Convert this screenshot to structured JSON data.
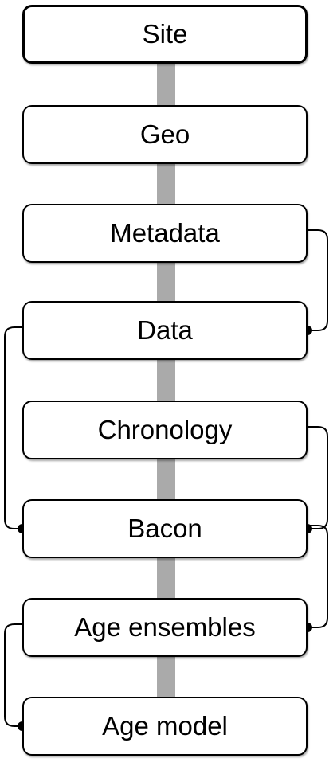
{
  "nodes": [
    {
      "id": "site",
      "label": "Site"
    },
    {
      "id": "geo",
      "label": "Geo"
    },
    {
      "id": "metadata",
      "label": "Metadata"
    },
    {
      "id": "data",
      "label": "Data"
    },
    {
      "id": "chronology",
      "label": "Chronology"
    },
    {
      "id": "bacon",
      "label": "Bacon"
    },
    {
      "id": "age_ensembles",
      "label": "Age ensembles"
    },
    {
      "id": "age_model",
      "label": "Age model"
    }
  ],
  "edges": [
    {
      "from": "metadata",
      "to": "data",
      "side": "right"
    },
    {
      "from": "data",
      "to": "bacon",
      "side": "left"
    },
    {
      "from": "chronology",
      "to": "bacon",
      "side": "right"
    },
    {
      "from": "bacon",
      "to": "age_ensembles",
      "side": "right"
    },
    {
      "from": "age_ensembles",
      "to": "age_model",
      "side": "left"
    }
  ],
  "colors": {
    "spine": "#aaaaaa",
    "border": "#000000",
    "connector": "#000000"
  }
}
